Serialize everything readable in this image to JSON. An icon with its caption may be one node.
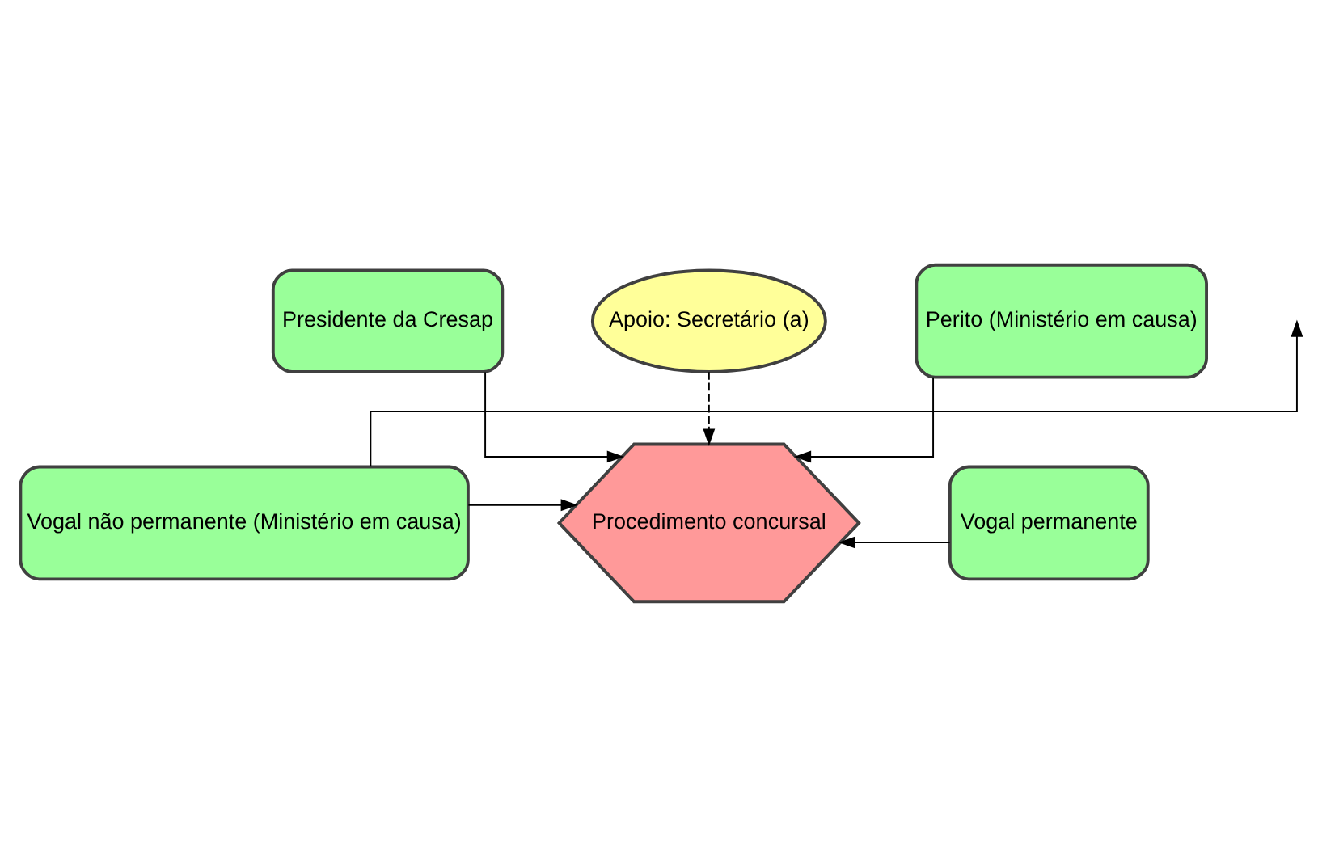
{
  "diagram": {
    "nodes": [
      {
        "text": [
          "Presidente da Cresap"
        ]
      },
      {
        "text": [
          "Apoio: Secretário (a)"
        ]
      },
      {
        "text": [
          "Vogal não permanente (Ministério em causa)"
        ]
      },
      {
        "text": [
          "Procedimento concursal"
        ]
      },
      {
        "text": [
          "Vogal permanente"
        ]
      },
      {
        "text": [
          "Perito (Ministério em causa)"
        ]
      }
    ],
    "edges": [
      {
        "from": 0,
        "to": 3,
        "arrow": "to"
      },
      {
        "from": 1,
        "to": 3,
        "arrow": "to",
        "style": "dashed"
      },
      {
        "from": 2,
        "to": 3,
        "arrow": "to"
      },
      {
        "from": 4,
        "to": 3,
        "arrow": "to"
      },
      {
        "from": 5,
        "to": 3,
        "arrow": "to"
      },
      {
        "from": 2,
        "to": null,
        "arrow": "to"
      }
    ]
  }
}
